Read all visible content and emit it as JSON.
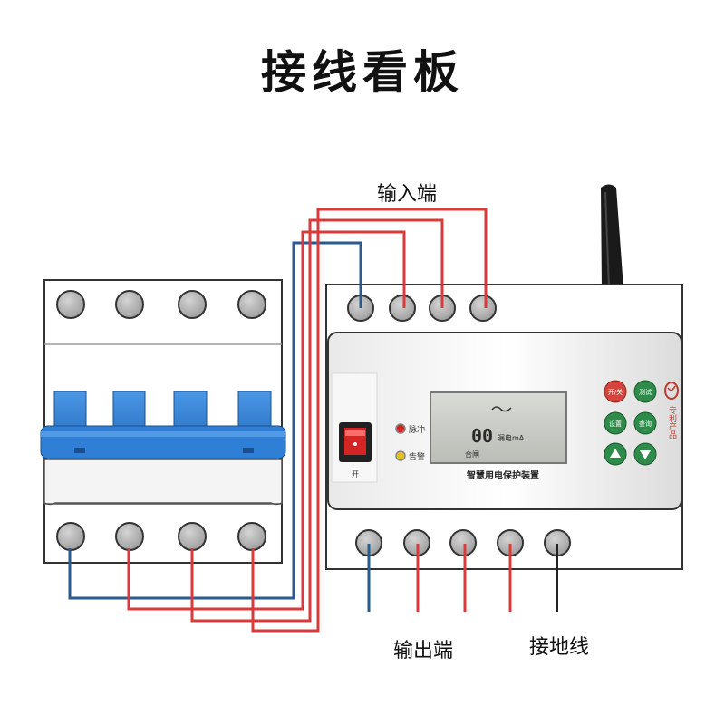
{
  "title": "接线看板",
  "labels": {
    "input": "输入端",
    "output": "输出端",
    "ground": "接地线"
  },
  "device": {
    "indicator_1": "脉冲",
    "indicator_2": "告警",
    "switch_label": "开",
    "lcd_digits": "00",
    "lcd_unit": "漏电mA",
    "lcd_status": "合闸",
    "device_name": "智慧用电保护装置",
    "btn_open_close": "开/关",
    "btn_test": "测试",
    "btn_settings": "设置",
    "btn_query": "查询",
    "patent": "专利产品"
  },
  "colors": {
    "live_wire": "#d93a3a",
    "neutral_wire": "#2b5a8e",
    "ground_wire": "#222222",
    "breaker_blue": "#2f7fd6",
    "terminal_gray": "#b9b9b9",
    "button_red": "#d6453b",
    "button_green": "#2e8b4a"
  },
  "icons": {
    "up": "arrow-up-icon",
    "down": "arrow-down-icon",
    "antenna": "antenna-icon",
    "logo": "logo-icon"
  }
}
